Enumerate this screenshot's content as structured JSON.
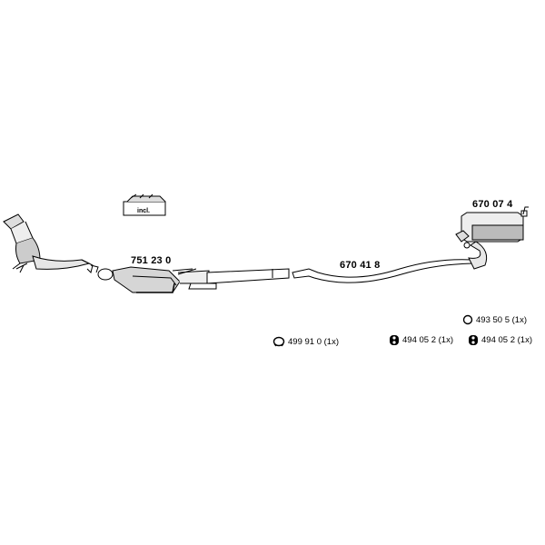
{
  "parts": {
    "catalyst_front": "751 23 0",
    "middle_pipe": "670 41 8",
    "rear_silencer": "670 07 4"
  },
  "kit": {
    "label": "incl."
  },
  "fittings": [
    {
      "code": "493 50 5 (1x)",
      "icon": "clamp-ring-icon"
    },
    {
      "code": "499 91 0 (1x)",
      "icon": "gasket-ring-icon"
    },
    {
      "code": "494 05 2 (1x)",
      "icon": "rubber-hanger-icon"
    },
    {
      "code": "494 05 2 (1x)",
      "icon": "rubber-hanger-icon"
    }
  ]
}
